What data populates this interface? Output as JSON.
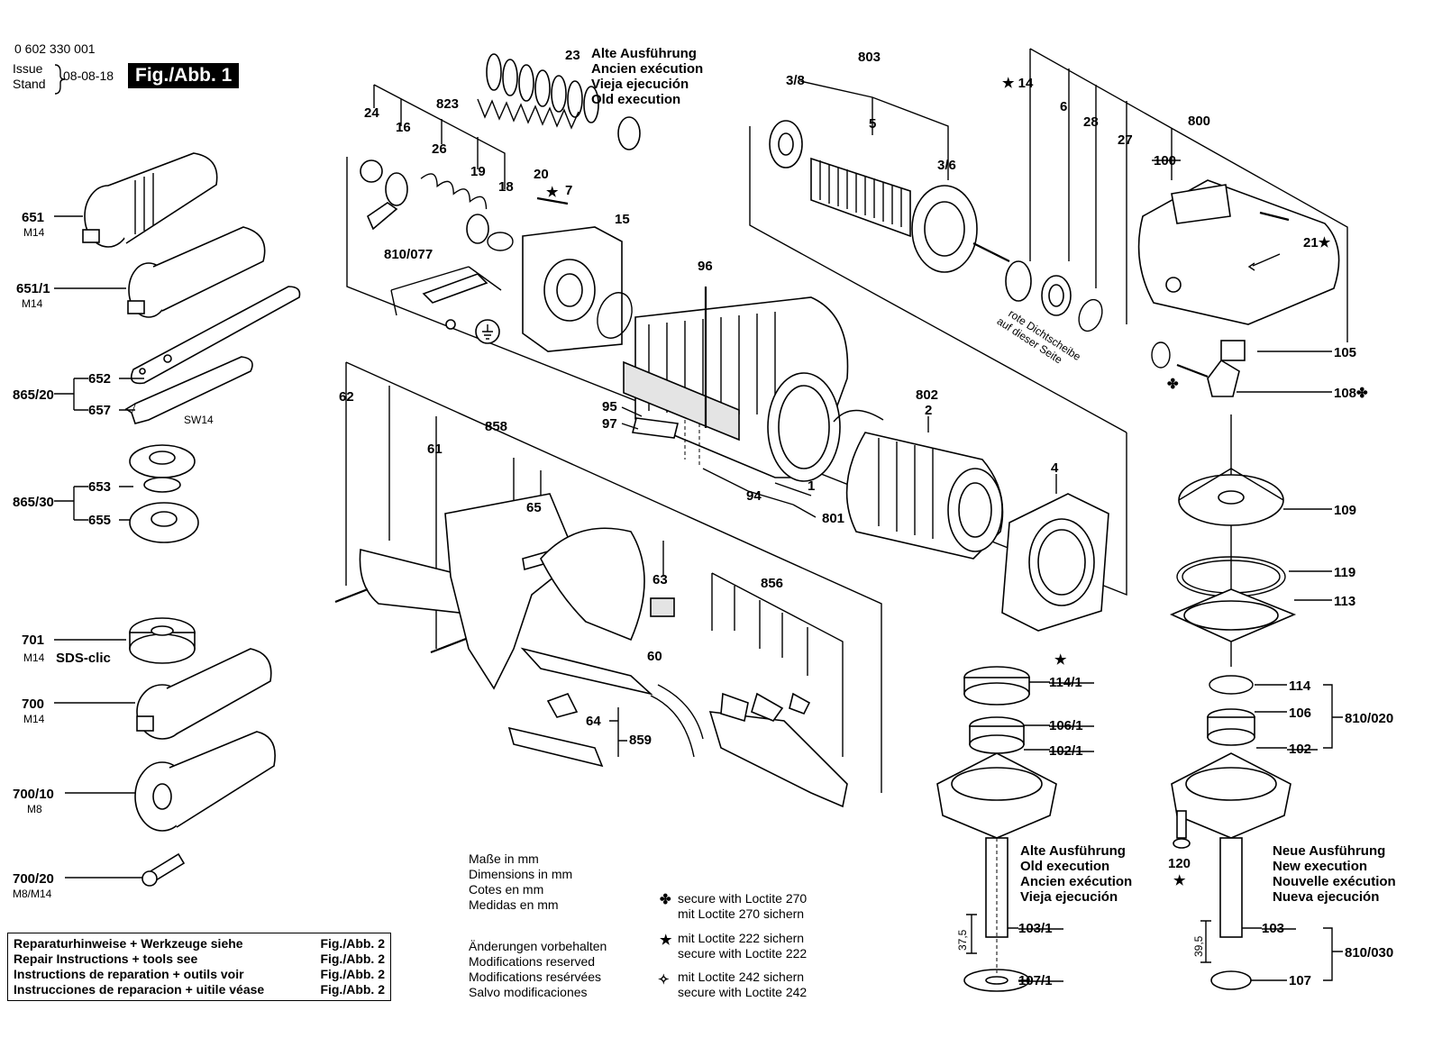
{
  "header": {
    "doc_number": "0 602 330 001",
    "issue_label": "Issue",
    "stand_label": "Stand",
    "date": "08-08-18",
    "fig_title": "Fig./Abb. 1"
  },
  "old_execution_top": [
    "Alte Ausführung",
    "Ancien exécution",
    "Vieja ejecución",
    "Old execution"
  ],
  "old_execution_bottom": [
    "Alte Ausführung",
    "Old execution",
    "Ancien exécution",
    "Vieja ejecución"
  ],
  "new_execution": [
    "Neue Ausführung",
    "New execution",
    "Nouvelle exécution",
    "Nueva ejecución"
  ],
  "seal_note": [
    "rote Dichtscheibe",
    "auf dieser Seite"
  ],
  "dimensions_note": [
    "Maße in mm",
    "Dimensions in mm",
    "Cotes en mm",
    "Medidas en mm"
  ],
  "modifications_note": [
    "Änderungen vorbehalten",
    "Modifications reserved",
    "Modifications resérvées",
    "Salvo modificaciones"
  ],
  "loctite_notes": [
    {
      "symbol": "✤",
      "lines": [
        "secure with Loctite 270",
        "mit Loctite 270 sichern"
      ]
    },
    {
      "symbol": "★",
      "lines": [
        "mit Loctite 222 sichern",
        "secure with Loctite 222"
      ]
    },
    {
      "symbol": "✧",
      "lines": [
        "mit Loctite 242 sichern",
        "secure with Loctite 242"
      ]
    }
  ],
  "repair_box": [
    {
      "text": "Reparaturhinweise + Werkzeuge siehe",
      "ref": "Fig./Abb. 2"
    },
    {
      "text": "Repair Instructions + tools see",
      "ref": "Fig./Abb. 2"
    },
    {
      "text": "Instructions de reparation + outils voir",
      "ref": "Fig./Abb. 2"
    },
    {
      "text": "Instrucciones de reparacion + uitile véase",
      "ref": "Fig./Abb. 2"
    }
  ],
  "accessories": [
    {
      "number": "651",
      "sub": "M14"
    },
    {
      "number": "651/1",
      "sub": "M14"
    },
    {
      "number": "865/20",
      "sub": ""
    },
    {
      "number": "652",
      "sub": ""
    },
    {
      "number": "657",
      "sub": "SW14"
    },
    {
      "number": "865/30",
      "sub": ""
    },
    {
      "number": "653",
      "sub": ""
    },
    {
      "number": "655",
      "sub": ""
    },
    {
      "number": "701",
      "sub": "M14"
    },
    {
      "number": "700",
      "sub": "M14"
    },
    {
      "number": "700/10",
      "sub": "M8"
    },
    {
      "number": "700/20",
      "sub": "M8/M14"
    }
  ],
  "sds_label": "SDS-clic",
  "part_numbers": {
    "p23": "23",
    "p823": "823",
    "p24": "24",
    "p16": "16",
    "p26": "26",
    "p19": "19",
    "p18": "18",
    "p20": "20",
    "p7": "7",
    "p15": "15",
    "p810_077": "810/077",
    "p96": "96",
    "p95": "95",
    "p97": "97",
    "p94": "94",
    "p801": "801",
    "p1": "1",
    "p803": "803",
    "p3_8": "3/8",
    "p3_6": "3/6",
    "p5": "5",
    "p14": "14",
    "p6": "6",
    "p28": "28",
    "p27": "27",
    "p800": "800",
    "p100": "100",
    "p21": "21",
    "p105": "105",
    "p108": "108",
    "p802": "802",
    "p2": "2",
    "p4": "4",
    "p109": "109",
    "p119": "119",
    "p113": "113",
    "p62": "62",
    "p61": "61",
    "p858": "858",
    "p65": "65",
    "p63": "63",
    "p60": "60",
    "p64": "64",
    "p859": "859",
    "p856": "856",
    "p114_1": "114/1",
    "p106_1": "106/1",
    "p102_1": "102/1",
    "p103_1": "103/1",
    "p107_1": "107/1",
    "p114": "114",
    "p106": "106",
    "p810_020": "810/020",
    "p102": "102",
    "p120": "120",
    "p103": "103",
    "p107": "107",
    "p810_030": "810/030",
    "dim_37_5": "37,5",
    "dim_39_5": "39,5"
  }
}
